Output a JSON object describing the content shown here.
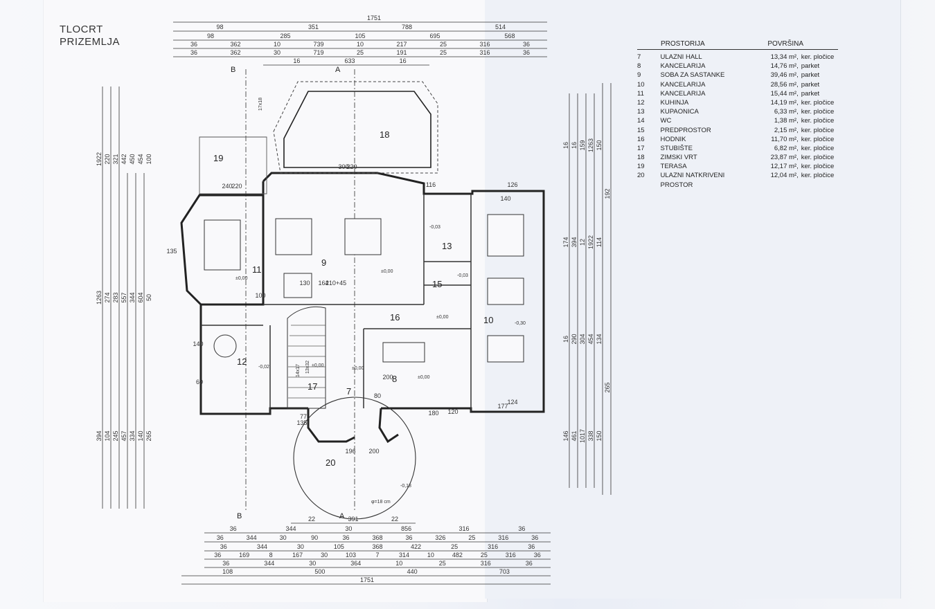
{
  "title_lines": [
    "TLOCRT",
    "PRIZEMLJA"
  ],
  "legend": {
    "col_room": "PROSTORIJA",
    "col_area": "POVRŠINA",
    "rows": [
      {
        "no": "7",
        "name": "ULAZNI HALL",
        "area": "13,34 m²,",
        "floor": "ker. pločice"
      },
      {
        "no": "8",
        "name": "KANCELARIJA",
        "area": "14,76 m²,",
        "floor": "parket"
      },
      {
        "no": "9",
        "name": "SOBA ZA SASTANKE",
        "area": "39,46 m²,",
        "floor": "parket"
      },
      {
        "no": "10",
        "name": "KANCELARIJA",
        "area": "28,56 m²,",
        "floor": "parket"
      },
      {
        "no": "11",
        "name": "KANCELARIJA",
        "area": "15,44 m²,",
        "floor": "parket"
      },
      {
        "no": "12",
        "name": "KUHINJA",
        "area": "14,19 m²,",
        "floor": "ker. pločice"
      },
      {
        "no": "13",
        "name": "KUPAONICA",
        "area": "6,33 m²,",
        "floor": "ker. pločice"
      },
      {
        "no": "14",
        "name": "WC",
        "area": "1,38 m²,",
        "floor": "ker. pločice"
      },
      {
        "no": "15",
        "name": "PREDPROSTOR",
        "area": "2,15 m²,",
        "floor": "ker. pločice"
      },
      {
        "no": "16",
        "name": "HODNIK",
        "area": "11,70 m²,",
        "floor": "ker. pločice"
      },
      {
        "no": "17",
        "name": "STUBIŠTE",
        "area": "6,82 m²,",
        "floor": "ker. pločice"
      },
      {
        "no": "18",
        "name": "ZIMSKI VRT",
        "area": "23,87 m²,",
        "floor": "ker. pločice"
      },
      {
        "no": "19",
        "name": "TERASA",
        "area": "12,17 m²,",
        "floor": "ker. pločice"
      },
      {
        "no": "20",
        "name": "ULAZNI NATKRIVENI PROSTOR",
        "area": "12,04 m²,",
        "floor": "ker. pločice"
      }
    ]
  },
  "plan": {
    "rooms": [
      {
        "label": "7"
      },
      {
        "label": "8"
      },
      {
        "label": "9"
      },
      {
        "label": "10"
      },
      {
        "label": "11"
      },
      {
        "label": "12"
      },
      {
        "label": "13"
      },
      {
        "label": "15"
      },
      {
        "label": "16"
      },
      {
        "label": "17"
      },
      {
        "label": "18"
      },
      {
        "label": "19"
      },
      {
        "label": "20"
      }
    ],
    "section_marks": [
      "B",
      "A",
      "B",
      "A"
    ],
    "levels": [
      "±0,00",
      "±0,00",
      "±0,00",
      "-0,03",
      "-0,03",
      "-0,30",
      "±0,00",
      "±0,00",
      "±0,00",
      "-0,02",
      "-0,18"
    ],
    "top_dims": {
      "row1": [
        "1751"
      ],
      "row2": [
        "98",
        "351",
        "788",
        "514"
      ],
      "row3": [
        "98",
        "285",
        "105",
        "695",
        "568"
      ],
      "row4": [
        "36",
        "362",
        "10",
        "739",
        "10",
        "217",
        "25",
        "316",
        "36"
      ],
      "row5": [
        "36",
        "362",
        "30",
        "719",
        "25",
        "191",
        "25",
        "316",
        "36"
      ],
      "row6": [
        "16",
        "633",
        "16"
      ]
    },
    "bottom_dims": {
      "row1": [
        "22",
        "391",
        "22"
      ],
      "row2": [
        "36",
        "344",
        "30",
        "856",
        "316",
        "36"
      ],
      "row3": [
        "36",
        "344",
        "30",
        "90",
        "36",
        "368",
        "36",
        "326",
        "25",
        "316",
        "36"
      ],
      "row4": [
        "36",
        "344",
        "30",
        "105",
        "368",
        "422",
        "25",
        "316",
        "36"
      ],
      "row5": [
        "36",
        "169",
        "8",
        "167",
        "30",
        "103",
        "7",
        "314",
        "10",
        "482",
        "25",
        "316",
        "36"
      ],
      "row6": [
        "36",
        "344",
        "30",
        "364",
        "10",
        "25",
        "316",
        "36"
      ],
      "row7": [
        "108",
        "500",
        "440",
        "703"
      ],
      "row8": [
        "1751"
      ]
    },
    "left_dims": [
      "1922",
      "1263",
      "394",
      "220",
      "274",
      "104",
      "321",
      "283",
      "245",
      "442",
      "557",
      "457",
      "450",
      "344",
      "334",
      "454",
      "604",
      "140",
      "100",
      "50",
      "265"
    ],
    "right_dims": [
      "16",
      "174",
      "16",
      "146",
      "16",
      "394",
      "290",
      "461",
      "159",
      "12",
      "304",
      "1017",
      "1263",
      "1922",
      "454",
      "338",
      "150",
      "114",
      "134",
      "150",
      "192",
      "265"
    ],
    "inner_labels": [
      "240",
      "220",
      "135",
      "140",
      "300",
      "220",
      "164",
      "210+45",
      "130",
      "100",
      "116",
      "126",
      "140",
      "124",
      "177",
      "80",
      "200",
      "180",
      "120",
      "60",
      "196",
      "200",
      "77",
      "135"
    ],
    "stair_labels": [
      "17x18",
      "14x17",
      "13x32"
    ],
    "circle_label": "φ=18 cm"
  }
}
